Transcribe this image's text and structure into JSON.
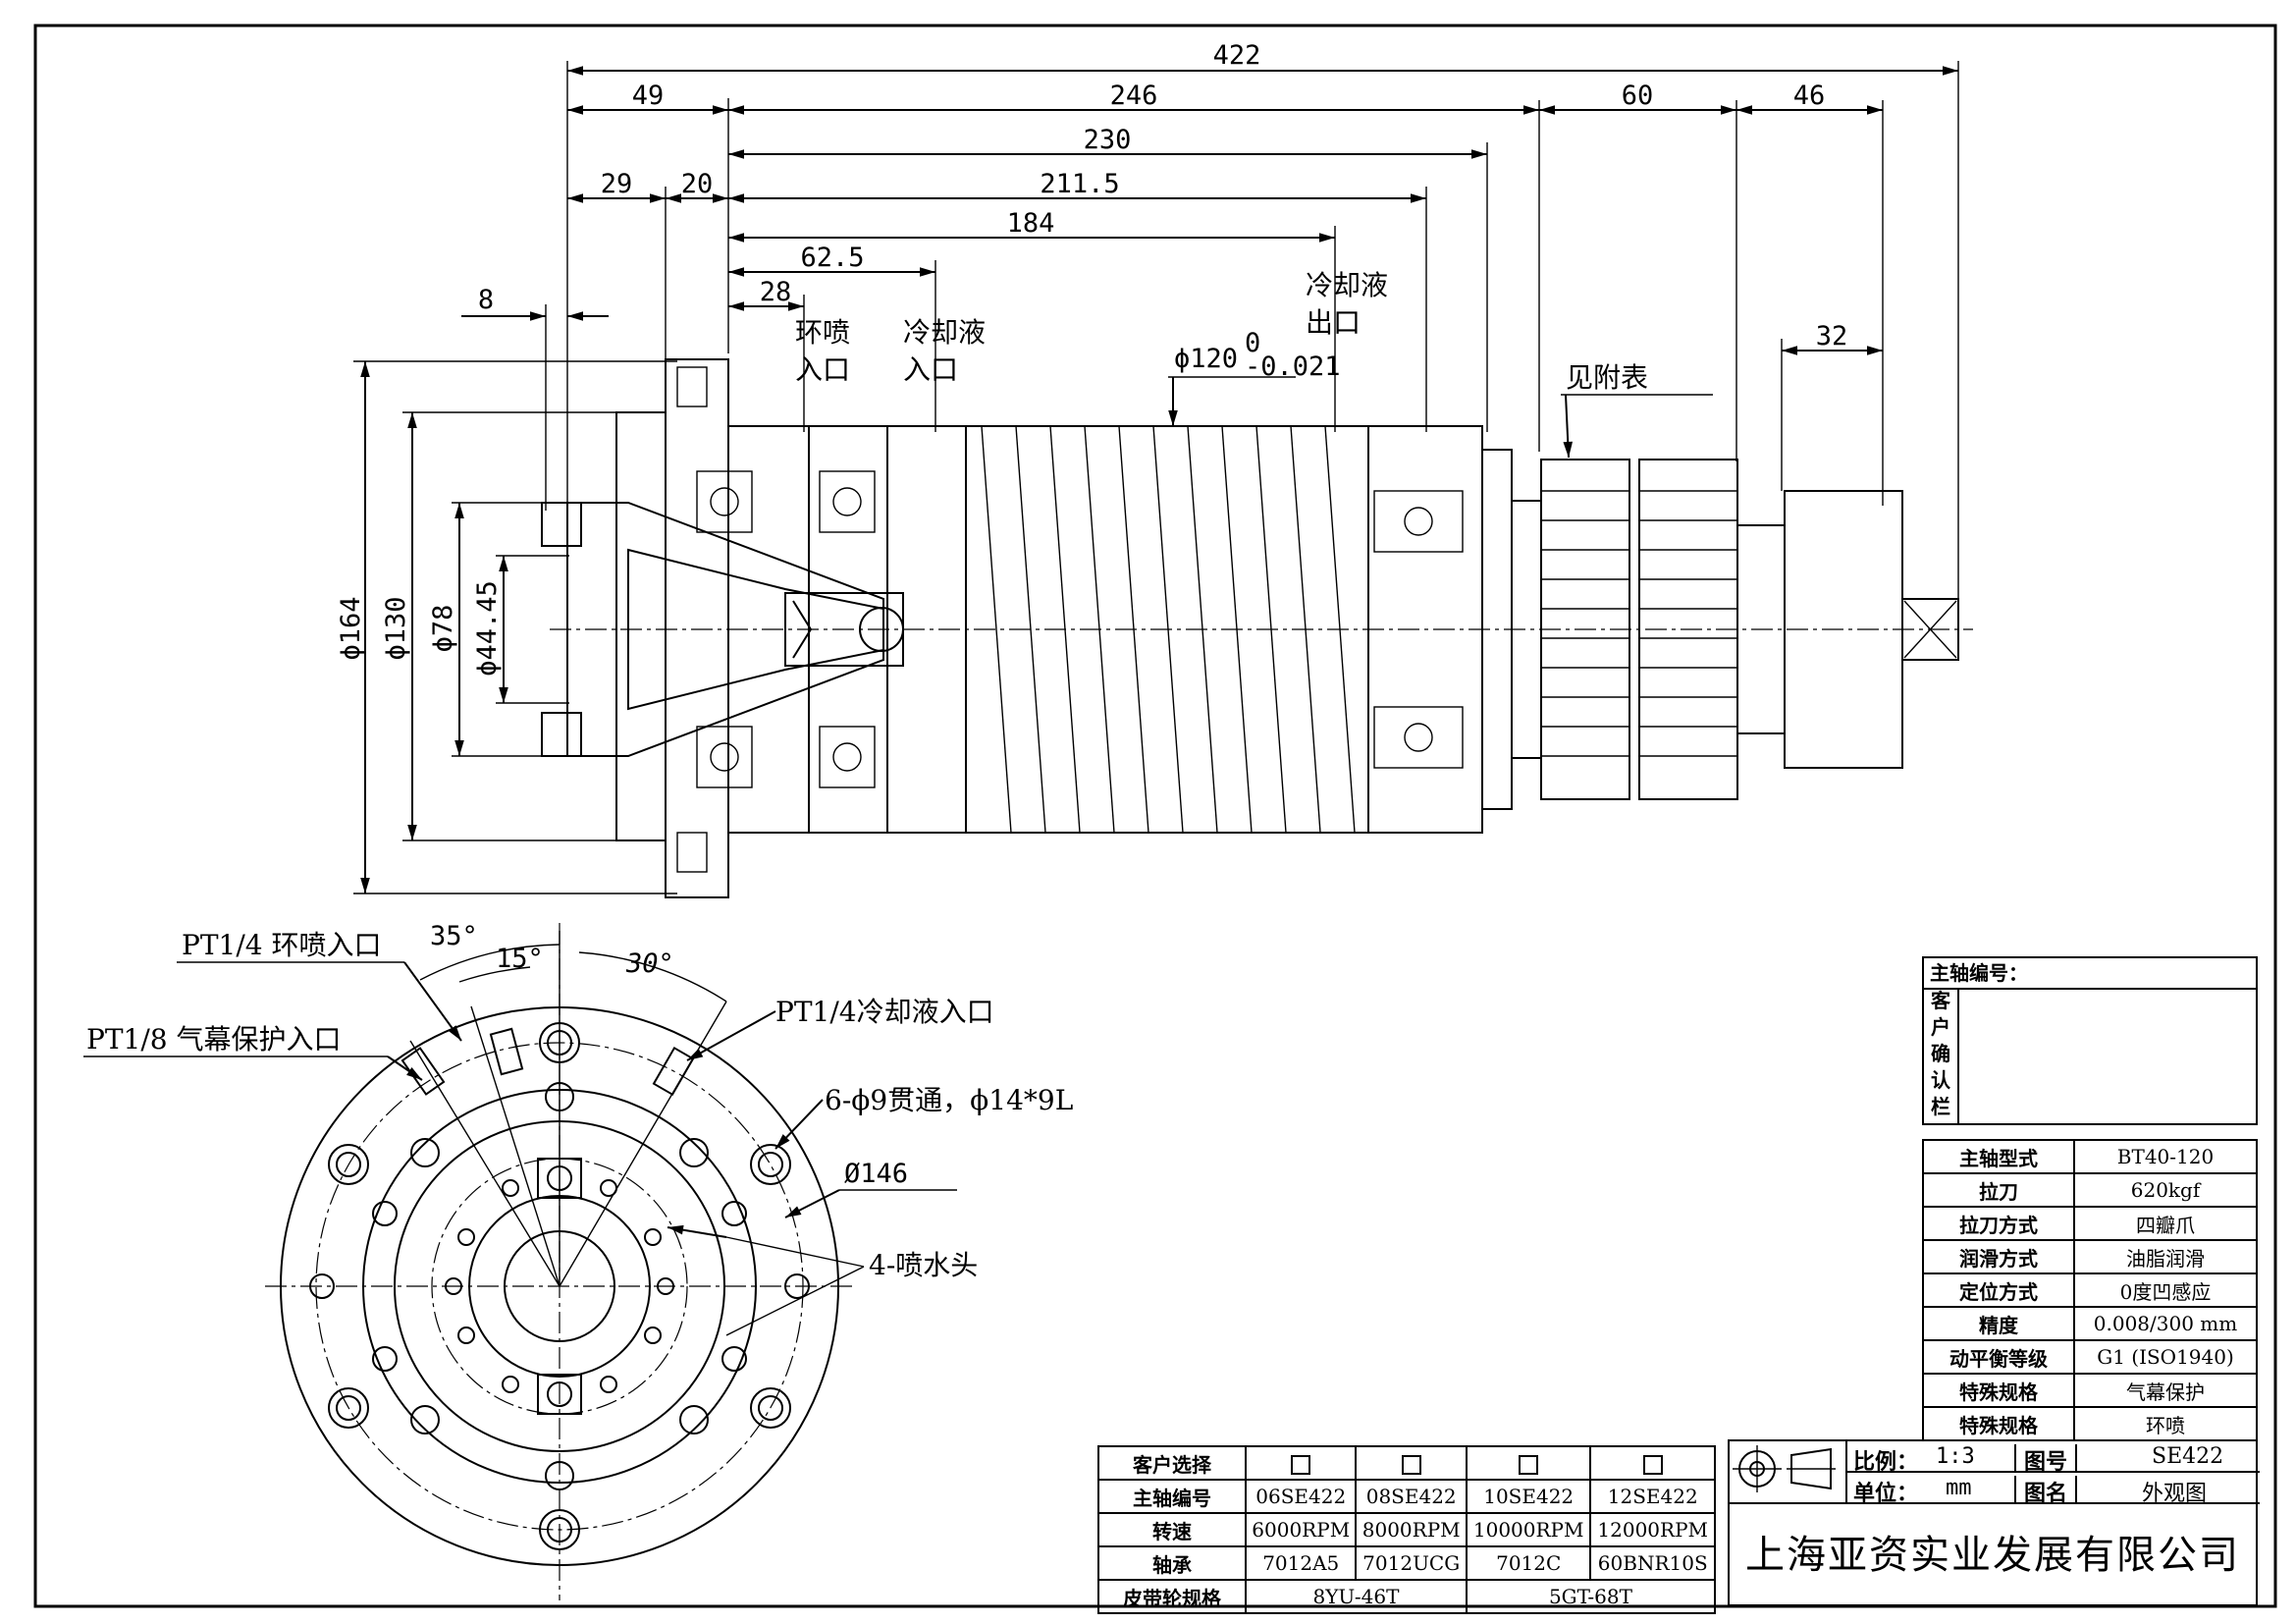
{
  "dims": {
    "d422": "422",
    "d49": "49",
    "d246": "246",
    "d60": "60",
    "d46": "46",
    "d230": "230",
    "d29": "29",
    "d20": "20",
    "d211_5": "211.5",
    "d184": "184",
    "d62_5": "62.5",
    "d28": "28",
    "d8": "8",
    "d32": "32",
    "phi164": "ϕ164",
    "phi130": "ϕ130",
    "phi78": "ϕ78",
    "phi44_45": "ϕ44.45",
    "phi120": "ϕ120",
    "tol_up": "0",
    "tol_low": "-0.021",
    "ang35": "35°",
    "ang15": "15°",
    "ang30": "30°",
    "phi146": "Ø146"
  },
  "callouts": {
    "ring_spray_in_1": "环喷",
    "ring_spray_in_2": "入口",
    "coolant_in_1": "冷却液",
    "coolant_in_2": "入口",
    "coolant_out_1": "冷却液",
    "coolant_out_2": "出口",
    "see_table": "见附表",
    "pt14_ring": "PT1/4 环喷入口",
    "pt18_air": "PT1/8 气幕保护入口",
    "pt14_cool": "PT1/4冷却液入口",
    "holes": "6-ϕ9贯通，ϕ14*9L",
    "nozzle": "4-喷水头"
  },
  "confirm": {
    "title": "主轴编号：",
    "side": [
      "客",
      "户",
      "确",
      "认",
      "栏"
    ]
  },
  "specs": [
    {
      "k": "主轴型式",
      "v": "BT40-120"
    },
    {
      "k": "拉刀",
      "v": "620kgf"
    },
    {
      "k": "拉刀方式",
      "v": "四瓣爪"
    },
    {
      "k": "润滑方式",
      "v": "油脂润滑"
    },
    {
      "k": "定位方式",
      "v": "0度凹感应"
    },
    {
      "k": "精度",
      "v": "0.008/300 mm"
    },
    {
      "k": "动平衡等级",
      "v": "G1 (ISO1940)"
    },
    {
      "k": "特殊规格",
      "v": "气幕保护"
    },
    {
      "k": "特殊规格",
      "v": "环喷"
    }
  ],
  "options": {
    "h_select": "客户选择",
    "h_model": "主轴编号",
    "h_speed": "转速",
    "h_bearing": "轴承",
    "h_pulley": "皮带轮规格",
    "models": [
      "06SE422",
      "08SE422",
      "10SE422",
      "12SE422"
    ],
    "speeds": [
      "6000RPM",
      "8000RPM",
      "10000RPM",
      "12000RPM"
    ],
    "bearings": [
      "7012A5",
      "7012UCG",
      "7012C",
      "60BNR10S"
    ],
    "pulleys": [
      "8YU-46T",
      "5GT-68T"
    ]
  },
  "title_block": {
    "scale_k": "比例：",
    "scale_v": "1:3",
    "drawno_k": "图号",
    "drawno_v": "SE422",
    "unit_k": "单位：",
    "unit_v": "mm",
    "name_k": "图名",
    "name_v": "外观图",
    "company": "上海亚资实业发展有限公司"
  }
}
